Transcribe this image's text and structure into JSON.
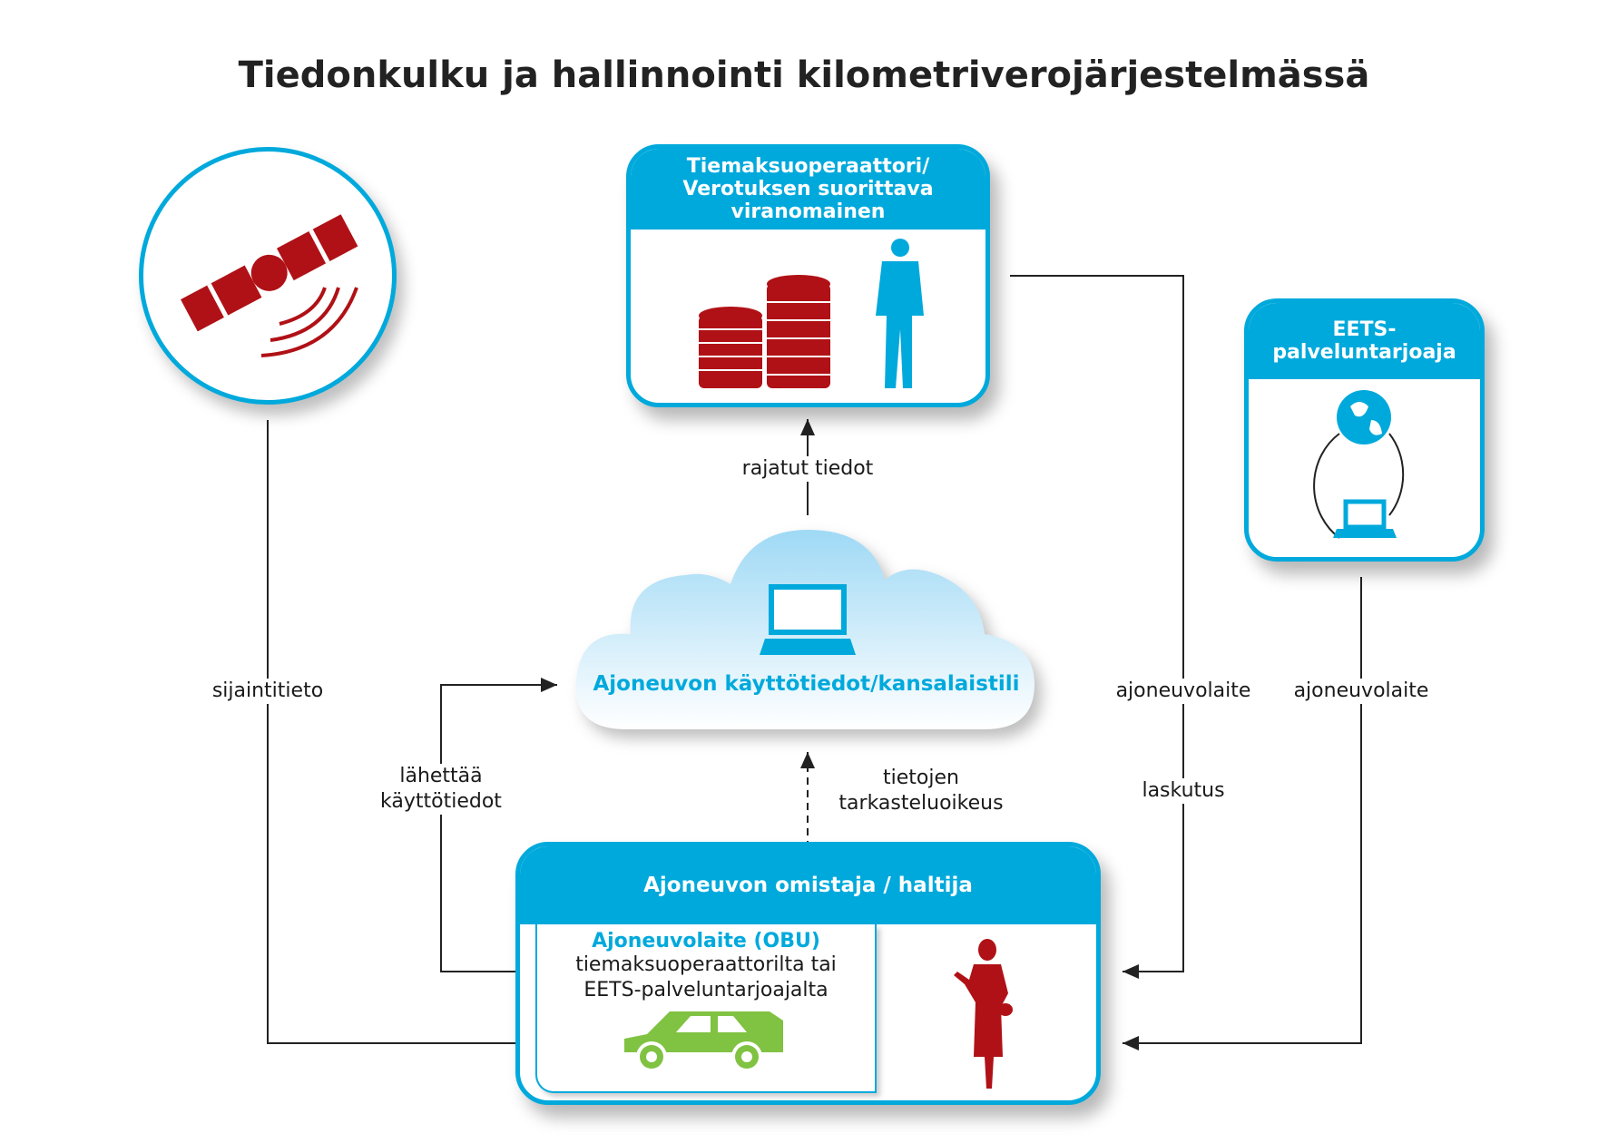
{
  "title": "Tiedonkulku ja hallinnointi kilometriverojärjestelmässä",
  "operator_box": {
    "lines": [
      "Tiemaksuoperaattori/",
      "Verotuksen suorittava",
      "viranomainen"
    ]
  },
  "eets_box": {
    "lines": [
      "EETS-",
      "palveluntarjoaja"
    ]
  },
  "cloud": {
    "label": "Ajoneuvon käyttötiedot/kansalaistili"
  },
  "owner_box": {
    "header": "Ajoneuvon omistaja / haltija",
    "obu_title": "Ajoneuvolaite (OBU)",
    "obu_lines": [
      "tiemaksuoperaattorilta tai",
      "EETS-palveluntarjoajalta"
    ]
  },
  "labels": {
    "location": "sijaintitieto",
    "restricted": "rajatut tiedot",
    "sends": [
      "lähettää",
      "käyttötiedot"
    ],
    "access": [
      "tietojen",
      "tarkasteluoikeus"
    ],
    "device1": "ajoneuvolaite",
    "billing": "laskutus",
    "device2": "ajoneuvolaite"
  },
  "colors": {
    "blue": "#00a9dc",
    "red": "#b01116",
    "green": "#80c242"
  }
}
